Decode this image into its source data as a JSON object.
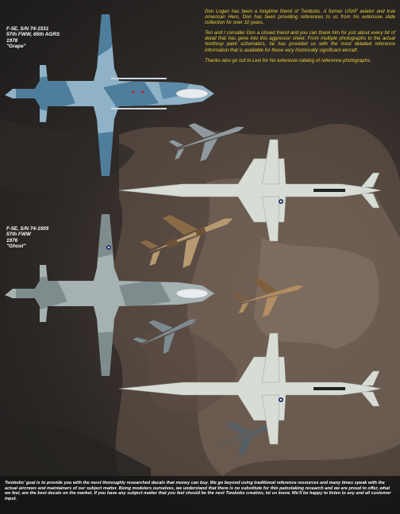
{
  "intro": {
    "paragraphs": [
      "Don Logan has been a longtime friend of Twobobs.  A former USAF aviator and true American Hero, Don has been providing references to us from his extensive slide collection for over 10 years.",
      "Teri and I consider Don a closed friend and you can thank him for just about every bit of detail that has gone into this aggressor sheet.  From multiple photographs to the actual Northrop paint schematics, he has provided us with the most detailed reference information that is available for these very historically significant aircraft.",
      "Thanks also go out to Levi for his extensive catalog of reference photographs."
    ]
  },
  "profiles": [
    {
      "serial": "F-5E, S/N 74-1531",
      "unit": "57th FWW, 65th AGRS",
      "year": "1978",
      "name": "\"Grape\""
    },
    {
      "serial": "F-5E, S/N 74-1505",
      "unit": "57th FWW",
      "year": "1976",
      "name": "\"Ghost\""
    }
  ],
  "footer": {
    "text": "Twobobs' goal is to provide you with the most thoroughly researched decals that money can buy.  We go beyond using traditional reference resources and many times speak with the actual aircrews and maintainers of our subject matter.  Being modelers ourselves, we understand that there is no substitute for this painstaking research and we are proud to offer, what we feel, are the best decals on the market.  If you have any subject matter that you feel should be the next Twobobs creation, let us know.  We'll be happy to listen to any and all customer input."
  },
  "colors": {
    "grape_blue_light": "#8fb2c6",
    "grape_blue_dark": "#4f7d9c",
    "ghost_light": "#a6b2b1",
    "ghost_dark": "#7e8c8d",
    "underside": "#d7dcd4",
    "intro_text": "#e8d23a"
  }
}
